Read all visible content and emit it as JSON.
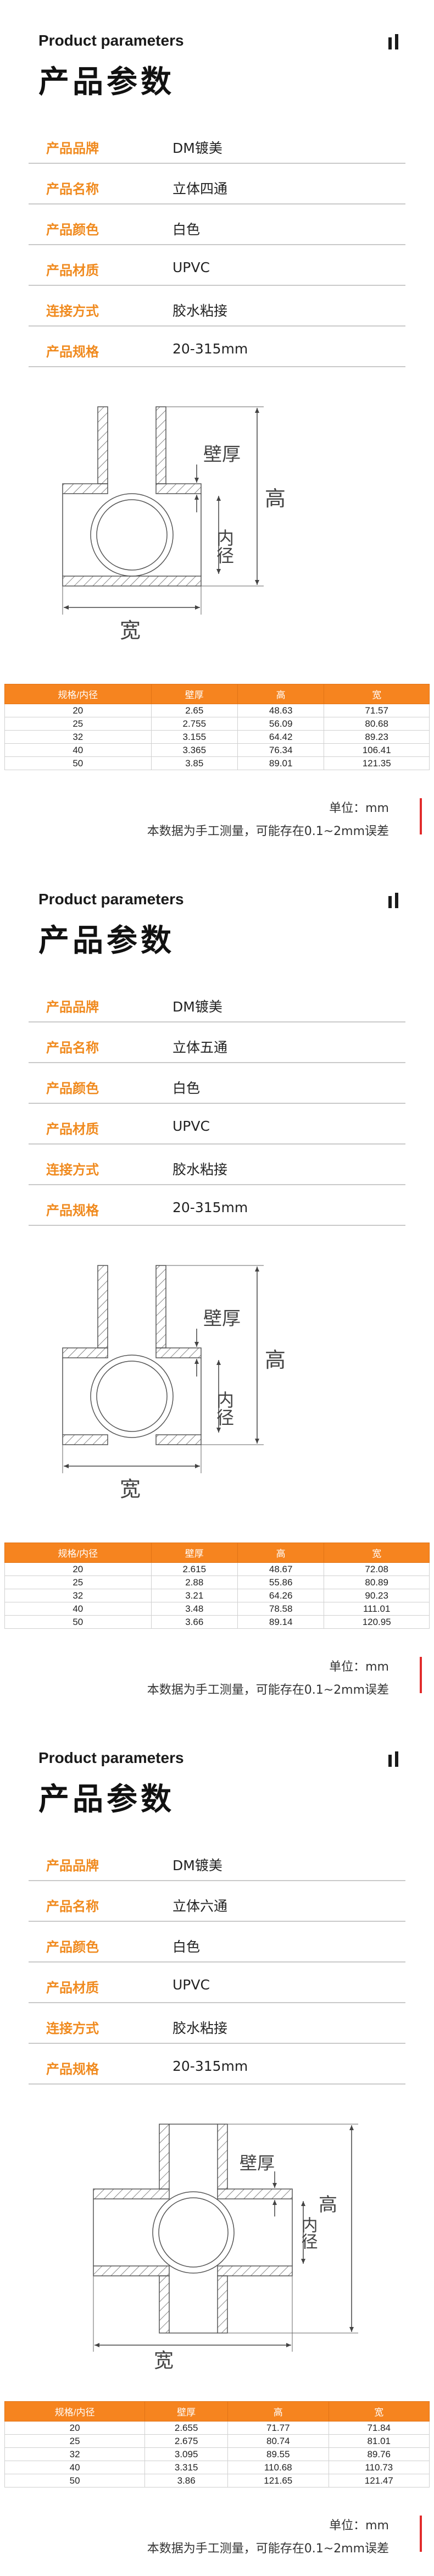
{
  "sections": [
    {
      "heading_en": "Product parameters",
      "heading_cn": "产品参数",
      "params": [
        {
          "label": "产品品牌",
          "value": "DM镀美"
        },
        {
          "label": "产品名称",
          "value": "立体四通"
        },
        {
          "label": "产品颜色",
          "value": "白色"
        },
        {
          "label": "产品材质",
          "value": "UPVC"
        },
        {
          "label": "连接方式",
          "value": "胶水粘接"
        },
        {
          "label": "产品规格",
          "value": "20-315mm"
        }
      ],
      "diagram": {
        "wall": "壁厚",
        "height": "高",
        "inner": "内径",
        "width": "宽"
      },
      "table": {
        "headers": [
          "规格/内径",
          "壁厚",
          "高",
          "宽"
        ],
        "rows": [
          [
            "20",
            "2.65",
            "48.63",
            "71.57"
          ],
          [
            "25",
            "2.755",
            "56.09",
            "80.68"
          ],
          [
            "32",
            "3.155",
            "64.42",
            "89.23"
          ],
          [
            "40",
            "3.365",
            "76.34",
            "106.41"
          ],
          [
            "50",
            "3.85",
            "89.01",
            "121.35"
          ]
        ]
      },
      "unit": "单位：mm",
      "note": "本数据为手工测量，可能存在0.1~2mm误差"
    },
    {
      "heading_en": "Product parameters",
      "heading_cn": "产品参数",
      "params": [
        {
          "label": "产品品牌",
          "value": "DM镀美"
        },
        {
          "label": "产品名称",
          "value": "立体五通"
        },
        {
          "label": "产品颜色",
          "value": "白色"
        },
        {
          "label": "产品材质",
          "value": "UPVC"
        },
        {
          "label": "连接方式",
          "value": "胶水粘接"
        },
        {
          "label": "产品规格",
          "value": "20-315mm"
        }
      ],
      "diagram": {
        "wall": "壁厚",
        "height": "高",
        "inner": "内径",
        "width": "宽"
      },
      "table": {
        "headers": [
          "规格/内径",
          "壁厚",
          "高",
          "宽"
        ],
        "rows": [
          [
            "20",
            "2.615",
            "48.67",
            "72.08"
          ],
          [
            "25",
            "2.88",
            "55.86",
            "80.89"
          ],
          [
            "32",
            "3.21",
            "64.26",
            "90.23"
          ],
          [
            "40",
            "3.48",
            "78.58",
            "111.01"
          ],
          [
            "50",
            "3.66",
            "89.14",
            "120.95"
          ]
        ]
      },
      "unit": "单位：mm",
      "note": "本数据为手工测量，可能存在0.1~2mm误差"
    },
    {
      "heading_en": "Product parameters",
      "heading_cn": "产品参数",
      "params": [
        {
          "label": "产品品牌",
          "value": "DM镀美"
        },
        {
          "label": "产品名称",
          "value": "立体六通"
        },
        {
          "label": "产品颜色",
          "value": "白色"
        },
        {
          "label": "产品材质",
          "value": "UPVC"
        },
        {
          "label": "连接方式",
          "value": "胶水粘接"
        },
        {
          "label": "产品规格",
          "value": "20-315mm"
        }
      ],
      "diagram": {
        "wall": "壁厚",
        "height": "高",
        "inner": "内径",
        "width": "宽"
      },
      "table": {
        "headers": [
          "规格/内径",
          "壁厚",
          "高",
          "宽"
        ],
        "rows": [
          [
            "20",
            "2.655",
            "71.77",
            "71.84"
          ],
          [
            "25",
            "2.675",
            "80.74",
            "81.01"
          ],
          [
            "32",
            "3.095",
            "89.55",
            "89.76"
          ],
          [
            "40",
            "3.315",
            "110.68",
            "110.73"
          ],
          [
            "50",
            "3.86",
            "121.65",
            "121.47"
          ]
        ]
      },
      "unit": "单位：mm",
      "note": "本数据为手工测量，可能存在0.1~2mm误差"
    }
  ]
}
